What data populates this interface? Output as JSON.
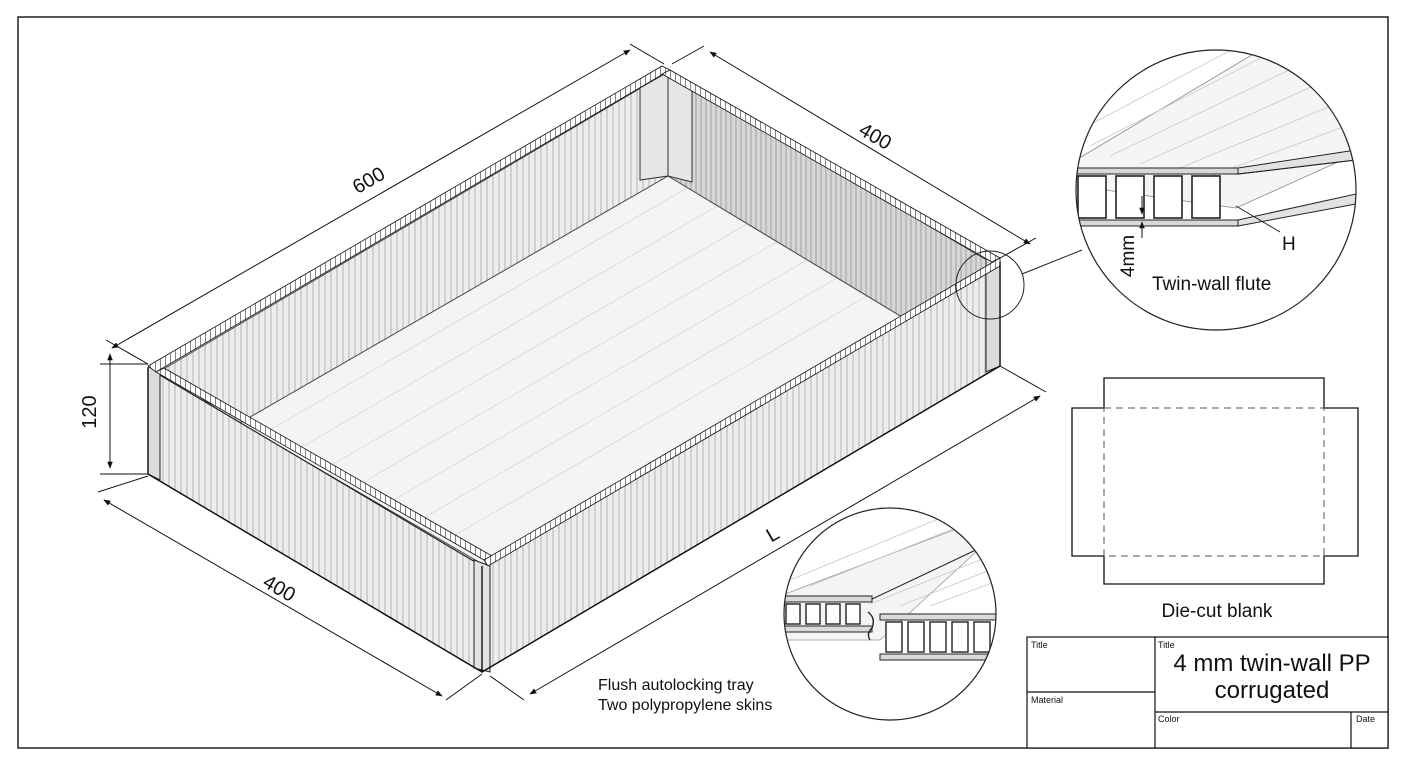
{
  "dimensions": {
    "length_top": "600",
    "width_top": "400",
    "height": "120",
    "width_bottom": "400",
    "length_bottom": "L"
  },
  "detail_flute": {
    "thickness": "4mm",
    "h_label": "H",
    "caption": "Twin-wall flute"
  },
  "notes": {
    "line1": "Flush autolocking tray",
    "line2": "Two polypropylene skins"
  },
  "blank": {
    "caption": "Die-cut blank"
  },
  "title_block": {
    "title_label_left": "Title",
    "material_label": "Material",
    "title_label": "Title",
    "title_line1": "4 mm twin-wall PP",
    "title_line2": "corrugated",
    "color_label": "Color",
    "date_label": "Date"
  }
}
